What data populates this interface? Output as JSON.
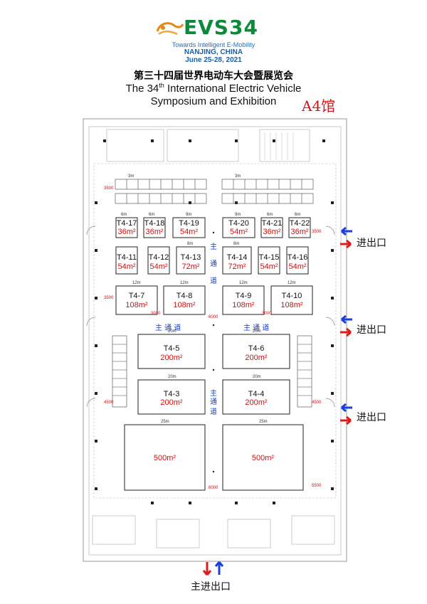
{
  "header": {
    "logo_text": "EVS34",
    "tagline": "Towards Intelligent E-Mobility",
    "location": "NANJING, CHINA",
    "dates": "June  25-28, 2021",
    "title_cn": "第三十四届世界电动车大会暨展览会",
    "title_en_line1_pre": "The 34",
    "title_en_line1_sup": "th",
    "title_en_line1_post": " International Electric Vehicle",
    "title_en_line2": "Symposium and Exhibition",
    "hall_label": "A4馆"
  },
  "entrances": {
    "side": "进出口",
    "main": "主进出口"
  },
  "aisles": {
    "main_aisle": "主 通 道",
    "vertical_chars": [
      "主",
      "通",
      "道"
    ]
  },
  "booths": [
    {
      "id": "T4-17",
      "area": "36m²"
    },
    {
      "id": "T4-18",
      "area": "36m²"
    },
    {
      "id": "T4-19",
      "area": "54m²"
    },
    {
      "id": "T4-20",
      "area": "54m²"
    },
    {
      "id": "T4-21",
      "area": "36m²"
    },
    {
      "id": "T4-22",
      "area": "36m²"
    },
    {
      "id": "T4-11",
      "area": "54m²"
    },
    {
      "id": "T4-12",
      "area": "54m²"
    },
    {
      "id": "T4-13",
      "area": "72m²"
    },
    {
      "id": "T4-14",
      "area": "72m²"
    },
    {
      "id": "T4-15",
      "area": "54m²"
    },
    {
      "id": "T4-16",
      "area": "54m²"
    },
    {
      "id": "T4-7",
      "area": "108m²"
    },
    {
      "id": "T4-8",
      "area": "108m²"
    },
    {
      "id": "T4-9",
      "area": "108m²"
    },
    {
      "id": "T4-10",
      "area": "108m²"
    },
    {
      "id": "T4-5",
      "area": "200m²"
    },
    {
      "id": "T4-6",
      "area": "200m²"
    },
    {
      "id": "T4-3",
      "area": "200m²"
    },
    {
      "id": "T4-4",
      "area": "200m²"
    },
    {
      "id": "",
      "area": "500m²"
    },
    {
      "id": "",
      "area": "500m²"
    }
  ],
  "dimensions": {
    "d3500": "3500",
    "d4000": "4000",
    "d3000": "3000",
    "d6000": "6000",
    "d4500": "4500",
    "d5500": "5500",
    "w6m": "6m",
    "w9m": "9m",
    "w8m": "8m",
    "w12m": "12m",
    "w20m": "20m",
    "w25m": "25m",
    "w3m": "3m"
  },
  "colors": {
    "accent_green": "#0b8a3a",
    "accent_blue": "#1a5fa8",
    "booth_red": "#d01010",
    "dim_red": "#d01010",
    "aisle_blue": "#1a3fbf"
  }
}
